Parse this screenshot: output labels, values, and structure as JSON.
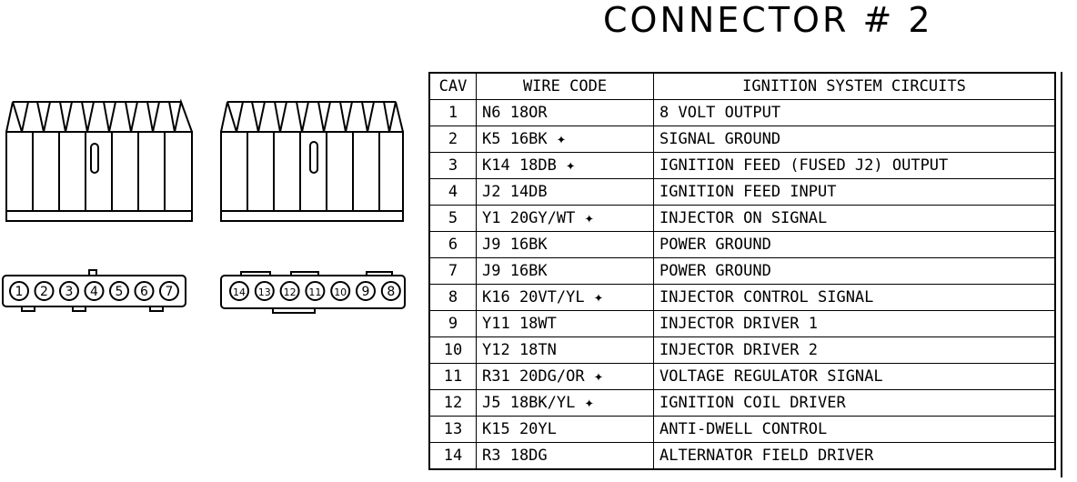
{
  "title": "CONNECTOR # 2",
  "table": {
    "headers": {
      "cav": "CAV",
      "wire": "WIRE CODE",
      "circuit": "IGNITION SYSTEM CIRCUITS"
    },
    "rows": [
      {
        "cav": "1",
        "wire": "N6 18OR",
        "circuit": "8 VOLT OUTPUT"
      },
      {
        "cav": "2",
        "wire": "K5 16BK ✦",
        "circuit": "SIGNAL GROUND"
      },
      {
        "cav": "3",
        "wire": "K14 18DB ✦",
        "circuit": "IGNITION FEED (FUSED J2) OUTPUT"
      },
      {
        "cav": "4",
        "wire": "J2 14DB",
        "circuit": "IGNITION FEED INPUT"
      },
      {
        "cav": "5",
        "wire": "Y1 20GY/WT ✦",
        "circuit": "INJECTOR ON SIGNAL"
      },
      {
        "cav": "6",
        "wire": "J9 16BK",
        "circuit": "POWER GROUND"
      },
      {
        "cav": "7",
        "wire": "J9 16BK",
        "circuit": "POWER GROUND"
      },
      {
        "cav": "8",
        "wire": "K16 20VT/YL ✦",
        "circuit": "INJECTOR CONTROL SIGNAL"
      },
      {
        "cav": "9",
        "wire": "Y11 18WT",
        "circuit": "INJECTOR DRIVER 1"
      },
      {
        "cav": "10",
        "wire": "Y12 18TN",
        "circuit": "INJECTOR DRIVER 2"
      },
      {
        "cav": "11",
        "wire": "R31 20DG/OR ✦",
        "circuit": "VOLTAGE REGULATOR SIGNAL"
      },
      {
        "cav": "12",
        "wire": "J5 18BK/YL ✦",
        "circuit": "IGNITION COIL DRIVER"
      },
      {
        "cav": "13",
        "wire": "K15 20YL",
        "circuit": "ANTI-DWELL CONTROL"
      },
      {
        "cav": "14",
        "wire": "R3 18DG",
        "circuit": "ALTERNATOR FIELD DRIVER"
      }
    ]
  },
  "connectors": {
    "left_face_pins": [
      "1",
      "2",
      "3",
      "4",
      "5",
      "6",
      "7"
    ],
    "right_face_pins": [
      "14",
      "13",
      "12",
      "11",
      "10",
      "9",
      "8"
    ]
  }
}
